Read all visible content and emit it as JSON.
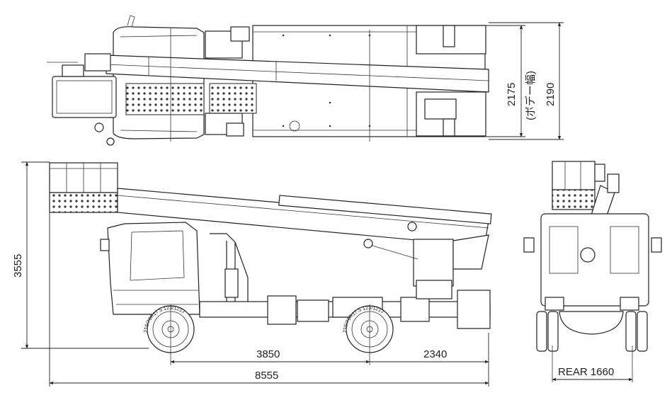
{
  "dimensions": {
    "body_width": "2175",
    "body_width_note": "(ボデー幅)",
    "overall_width": "2190",
    "height": "3555",
    "wheelbase": "3850",
    "rear_overhang": "2340",
    "overall_length": "8555",
    "rear_tread": "REAR 1660"
  },
  "tire_marking": {
    "front": "215/70R17.5 123/121J",
    "rear": "215/70R17.5 123/121J"
  }
}
